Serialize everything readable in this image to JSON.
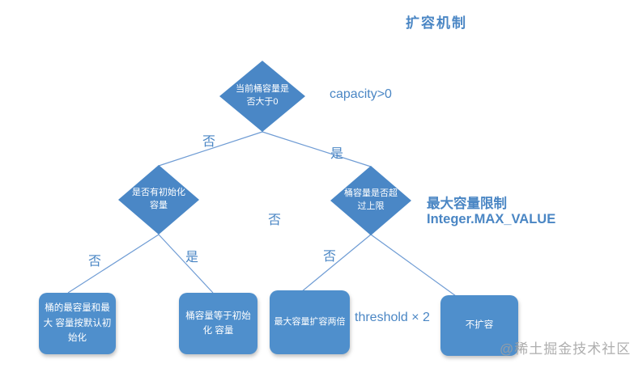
{
  "title": "扩容机制",
  "nodes": {
    "root": {
      "type": "decision",
      "line1": "当前桶容量是",
      "line2": "否大于0"
    },
    "has_init": {
      "type": "decision",
      "line1": "是否有初始化",
      "line2": "容量"
    },
    "over_limit": {
      "type": "decision",
      "line1": "桶容量是否超",
      "line2": "过上限"
    },
    "default_init": {
      "type": "result",
      "line1": "桶的最容量和最大",
      "line2": "容量按默认初始化"
    },
    "equal_init": {
      "type": "result",
      "line1": "桶容量等于初始化",
      "line2": "容量"
    },
    "expand_double": {
      "type": "result",
      "line1": "最大容量扩容两倍"
    },
    "no_expand": {
      "type": "result",
      "line1": "不扩容"
    }
  },
  "edge_labels": {
    "root_no": "否",
    "root_yes": "是",
    "mid_no": "否",
    "init_no": "否",
    "init_yes": "是",
    "limit_no": "否"
  },
  "annotations": {
    "capacity": "capacity>0",
    "max_limit": "最大容量限制Integer.MAX_VALUE",
    "threshold": "threshold × 2"
  },
  "watermark": "@稀土掘金技术社区",
  "colors": {
    "diamond_fill": "#4a87c6",
    "box_fill": "#4f8fcc",
    "accent_text": "#4a86c4",
    "connector_line": "#6f9cd4",
    "watermark_text": "#a0a0a0"
  }
}
